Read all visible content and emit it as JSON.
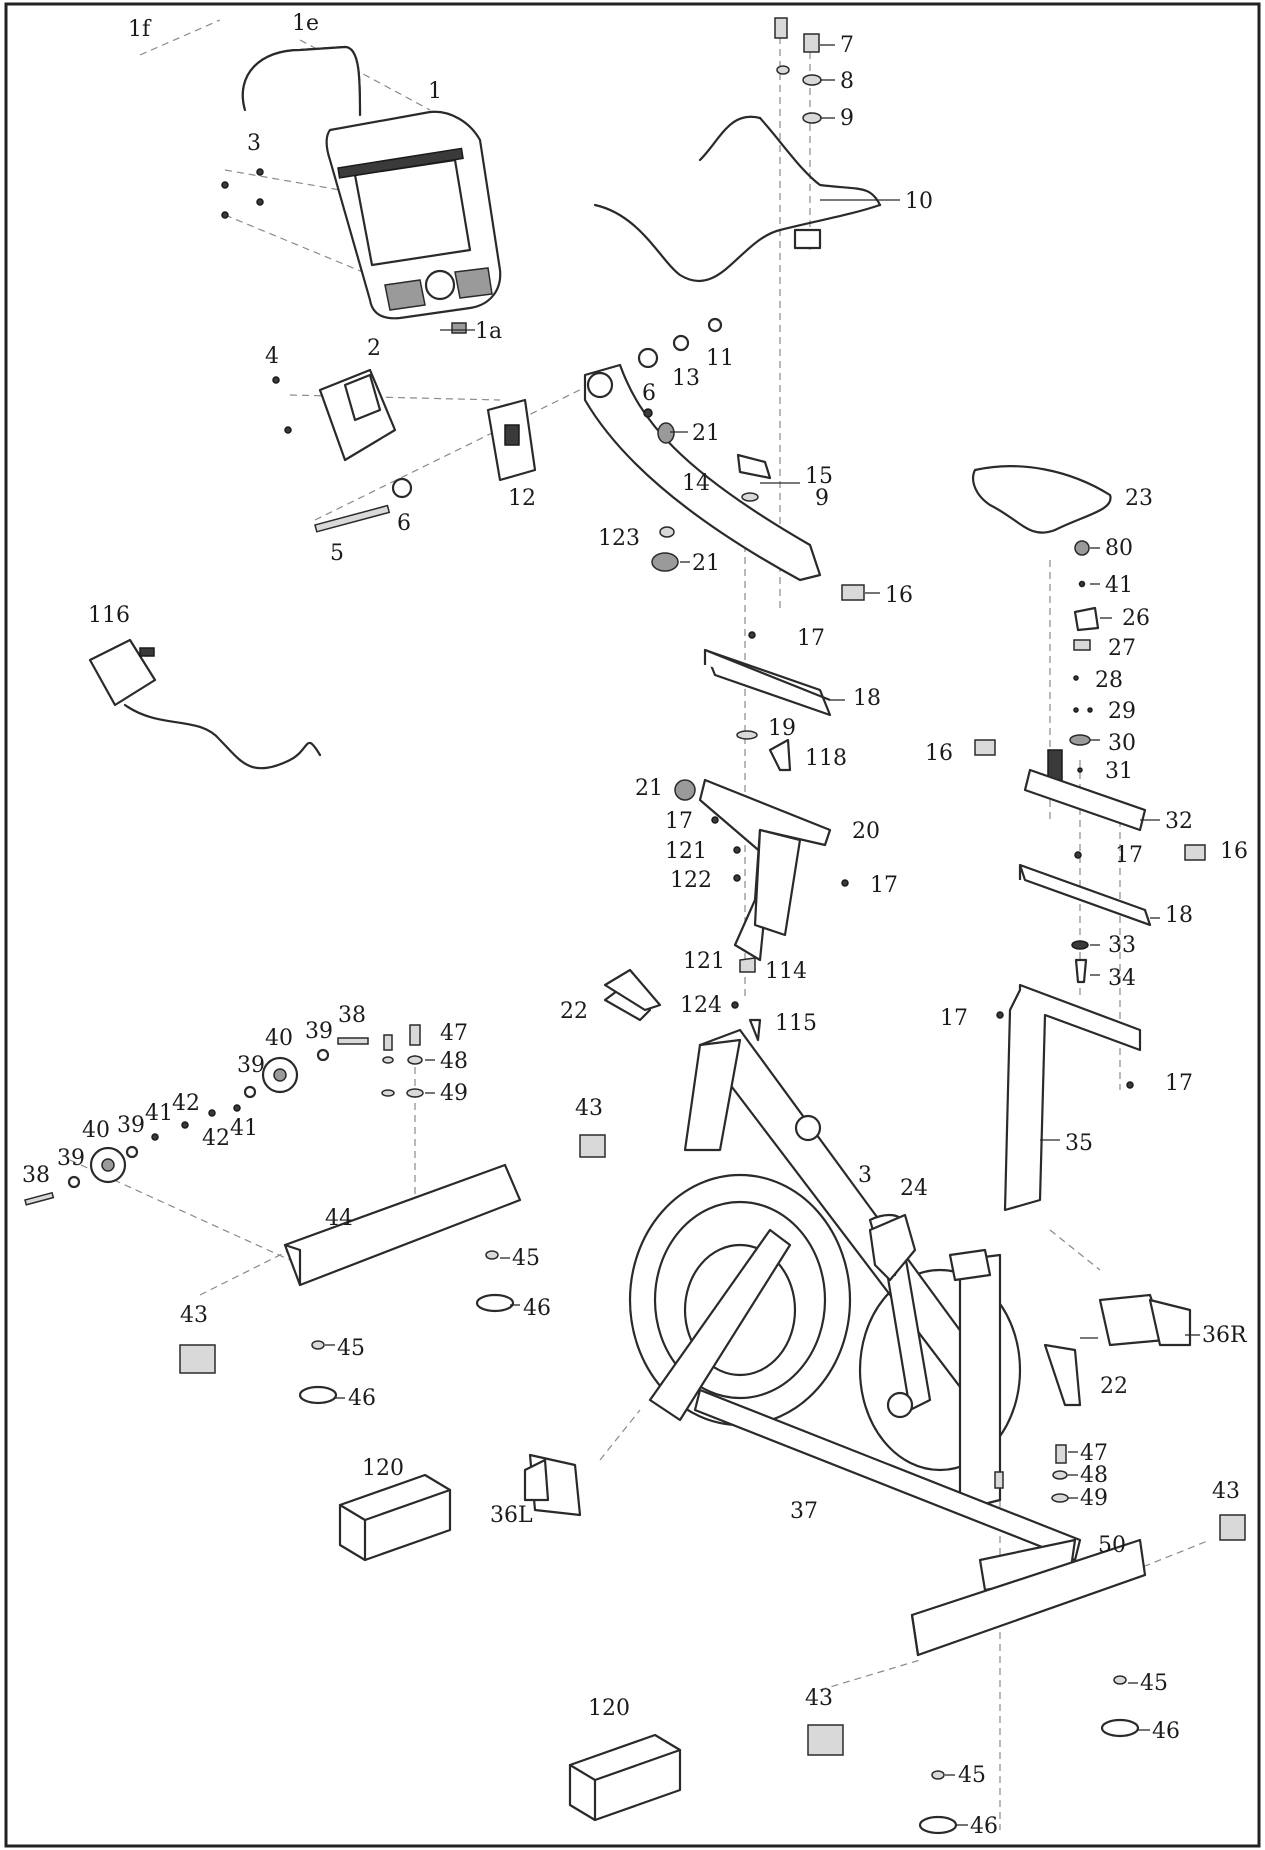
{
  "diagram": {
    "labels": {
      "p1f": "1f",
      "p1e": "1e",
      "p1": "1",
      "p1a": "1a",
      "p3_top": "3",
      "p7": "7",
      "p8": "8",
      "p9_top": "9",
      "p10": "10",
      "p4": "4",
      "p2": "2",
      "p12": "12",
      "p5": "5",
      "p6_low": "6",
      "p6_up": "6",
      "p13": "13",
      "p11": "11",
      "p21_a": "21",
      "p14": "14",
      "p15": "15",
      "p9_mid": "9",
      "p123": "123",
      "p21_b": "21",
      "p16_a": "16",
      "p116": "116",
      "p23": "23",
      "p80": "80",
      "p41_r": "41",
      "p26": "26",
      "p27": "27",
      "p28": "28",
      "p29": "29",
      "p30": "30",
      "p31": "31",
      "p16_b": "16",
      "p32": "32",
      "p16_c": "16",
      "p17_a": "17",
      "p18_a": "18",
      "p19": "19",
      "p118": "118",
      "p21_c": "21",
      "p20": "20",
      "p17_b": "17",
      "p121_a": "121",
      "p122": "122",
      "p17_c": "17",
      "p121_b": "121",
      "p114": "114",
      "p124": "124",
      "p22_a": "22",
      "p115": "115",
      "p17_d": "17",
      "p18_b": "18",
      "p33": "33",
      "p34": "34",
      "p17_e": "17",
      "p17_f": "17",
      "p35": "35",
      "p38_a": "38",
      "p39_a": "39",
      "p40_a": "40",
      "p39_b": "39",
      "p47_a": "47",
      "p48_a": "48",
      "p49_a": "49",
      "p40_b": "40",
      "p39_c": "39",
      "p41_a": "41",
      "p42_a": "42",
      "p42_b": "42",
      "p41_b": "41",
      "p38_b": "38",
      "p39_d": "39",
      "p43_a": "43",
      "p44": "44",
      "p45_a": "45",
      "p46_a": "46",
      "p43_b": "43",
      "p45_b": "45",
      "p46_b": "46",
      "p3_low": "3",
      "p24": "24",
      "p36R": "36R",
      "p22_b": "22",
      "p120_a": "120",
      "p36L": "36L",
      "p37": "37",
      "p47_b": "47",
      "p48_b": "48",
      "p49_b": "49",
      "p43_c": "43",
      "p50": "50",
      "p45_c": "45",
      "p46_c": "46",
      "p120_b": "120",
      "p43_d": "43",
      "p45_d": "45",
      "p46_d": "46"
    }
  }
}
